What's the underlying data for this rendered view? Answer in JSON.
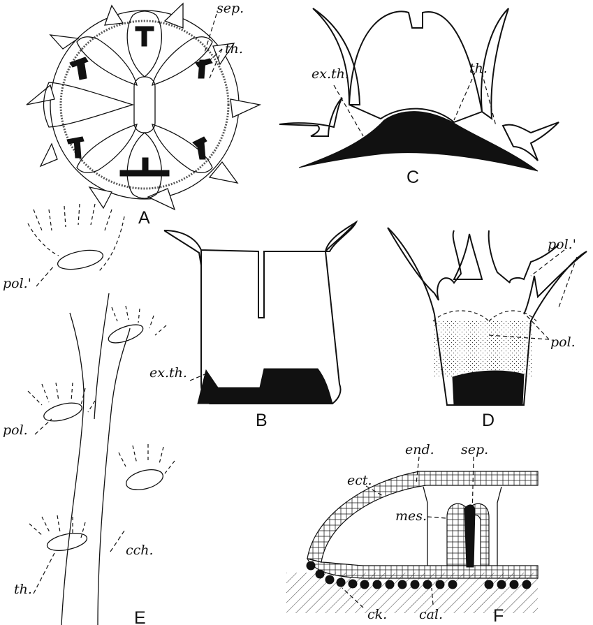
{
  "panels": {
    "a": "A",
    "b": "B",
    "c": "C",
    "d": "D",
    "e": "E",
    "f": "F"
  },
  "labels": {
    "sep_a": "sep.",
    "th_a": "th.",
    "ex_th_c": "ex.th.",
    "th_c": "th.",
    "pol_prime_e": "pol.'",
    "pol_e": "pol.",
    "th_e": "th.",
    "cch_e": "cch.",
    "ex_th_b": "ex.th.",
    "pol_prime_d": "pol.'",
    "pol_d": "pol.",
    "ect_f": "ect.",
    "end_f": "end.",
    "sep_f": "sep.",
    "mes_f": "mes.",
    "ck_f": "ck.",
    "cal_f": "cal."
  }
}
